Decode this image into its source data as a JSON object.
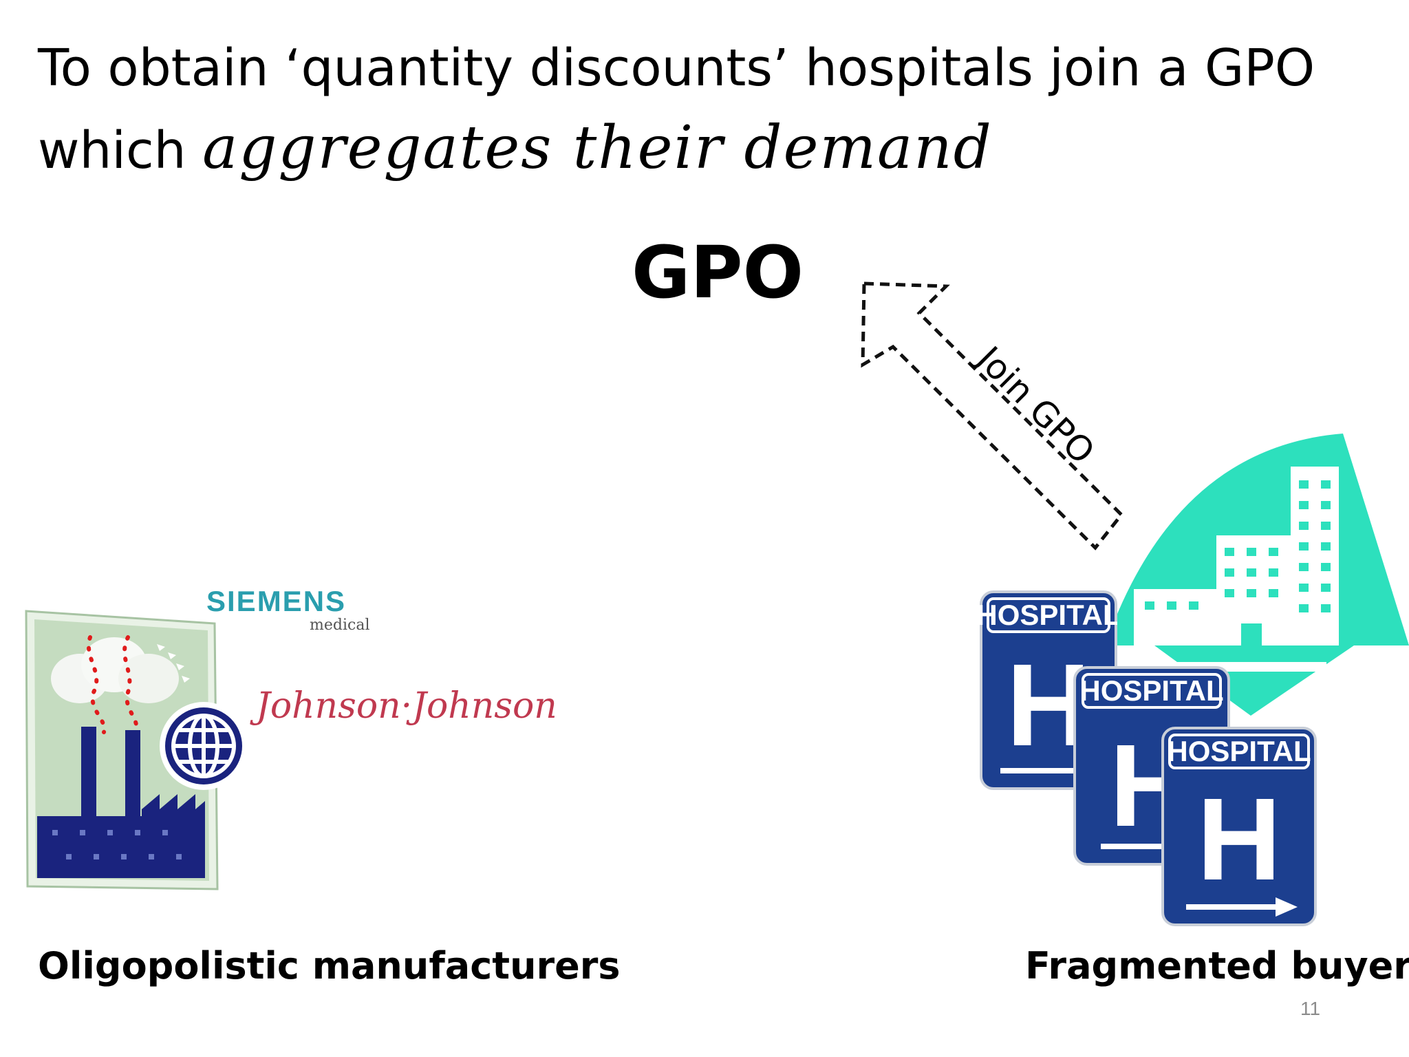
{
  "title": {
    "line1": "To obtain ‘quantity discounts’ hospitals join a GPO",
    "line2_prefix": "which",
    "line2_handwritten": "aggregates their demand"
  },
  "center": {
    "gpo": "GPO"
  },
  "arrow": {
    "label": "Join GPO"
  },
  "manufacturers": {
    "logos": {
      "siemens": "SIEMENS",
      "siemens_sub": "medical",
      "jj": "Johnson·Johnson"
    },
    "caption": "Oligopolistic manufacturers"
  },
  "buyers": {
    "sign_text": "HOSPITAL",
    "sign_letter": "H",
    "caption": "Fragmented buyers"
  },
  "footer": {
    "page_number": "11"
  },
  "colors": {
    "hospital_teal": "#2de0bd",
    "sign_blue": "#1c3f8f",
    "siemens_teal": "#2a9eae",
    "jj_red": "#c0394f",
    "factory_navy": "#1a237e",
    "factory_bg": "#c5dcc0"
  },
  "icons": [
    "factory-globe-icon",
    "hospital-building-icon",
    "hospital-sign-icon",
    "dashed-arrow-icon"
  ]
}
